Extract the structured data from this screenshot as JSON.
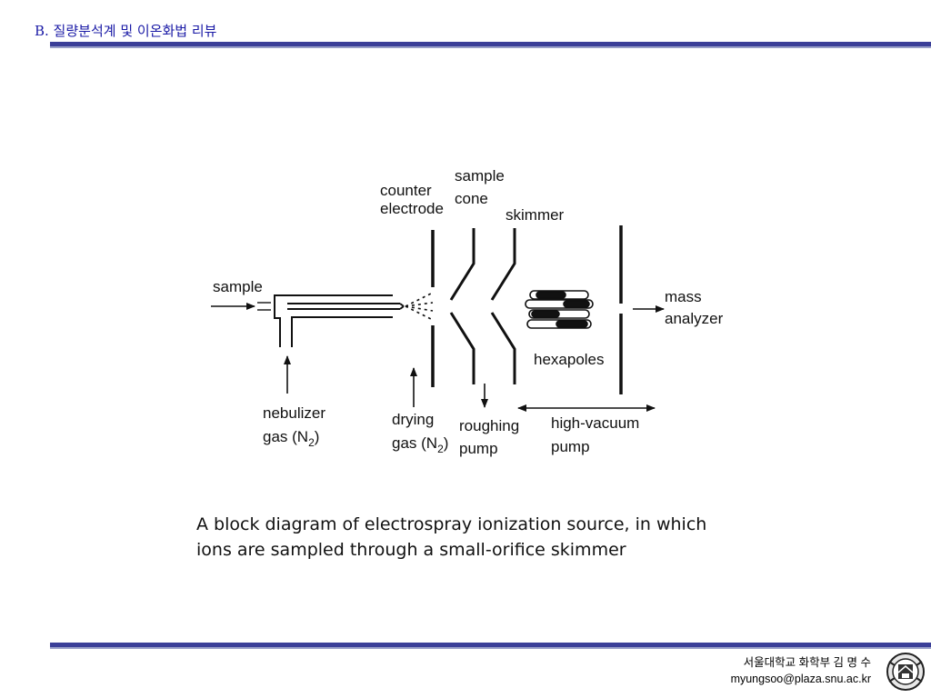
{
  "header": {
    "title": "B. 질량분석계 및 이온화법 리뷰"
  },
  "diagram": {
    "labels": {
      "sample": "sample",
      "counter_electrode_1": "counter",
      "counter_electrode_2": "electrode",
      "sample_cone_1": "sample",
      "sample_cone_2": "cone",
      "skimmer": "skimmer",
      "mass_analyzer_1": "mass",
      "mass_analyzer_2": "analyzer",
      "hexapoles": "hexapoles",
      "nebulizer_gas_1": "nebulizer",
      "nebulizer_gas_2": "gas (N",
      "nebulizer_gas_sub": "2",
      "nebulizer_gas_close": ")",
      "drying_gas_1": "drying",
      "drying_gas_2": "gas (N",
      "drying_gas_sub": "2",
      "drying_gas_close": ")",
      "roughing_pump_1": "roughing",
      "roughing_pump_2": "pump",
      "high_vacuum_pump_1": "high-vacuum",
      "high_vacuum_pump_2": "pump"
    }
  },
  "caption": {
    "line1": "A block diagram of electrospray ionization source, in which",
    "line2": "ions are sampled through a small-orifice skimmer"
  },
  "footer": {
    "affiliation": "서울대학교 화학부 김 명 수",
    "email": "myungsoo@plaza.snu.ac.kr"
  },
  "colors": {
    "title": "#1a1aa6",
    "rule": "#3b3f98",
    "ink": "#111111"
  },
  "icons": {
    "emblem": "university-emblem-icon"
  }
}
